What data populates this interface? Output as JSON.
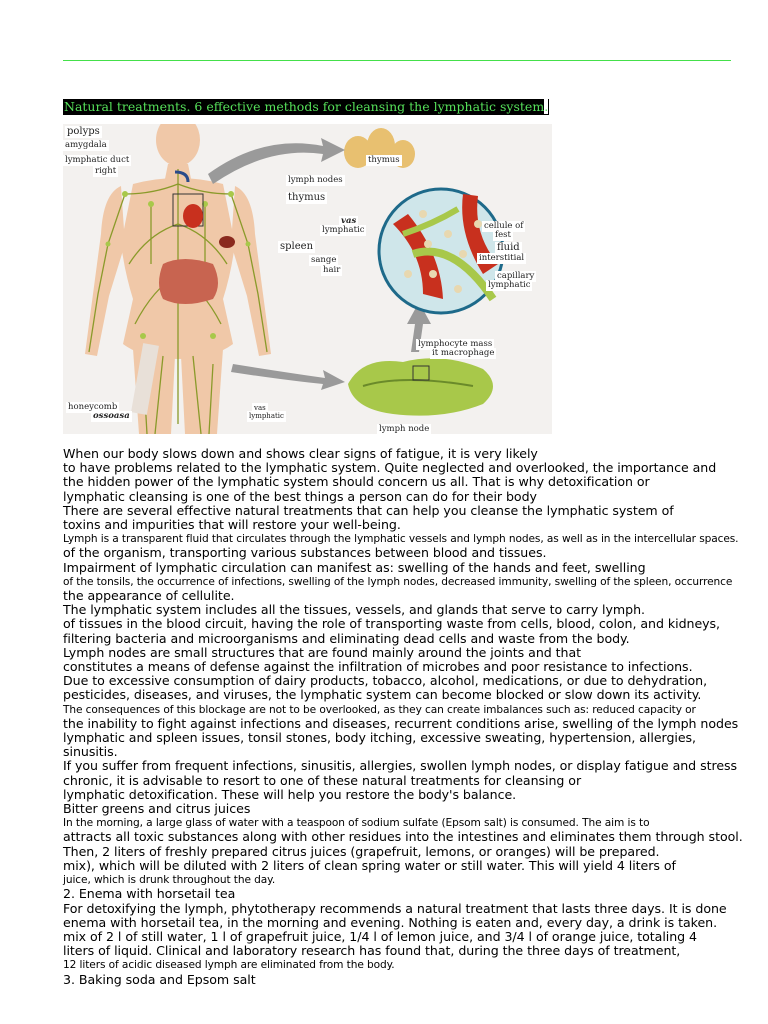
{
  "header": {
    "title": "Natural treatments. 6 effective methods for cleansing the lymphatic system",
    "title_tail": "."
  },
  "figure": {
    "labels": {
      "polyps": "polyps",
      "amygdala": "amygdala",
      "lymphatic_duct": "lymphatic duct",
      "right": "right",
      "lymph_nodes": "lymph nodes",
      "thymus_organ": "thymus",
      "thymus_detail": "thymus",
      "spleen": "spleen",
      "vas": "vas",
      "lymphatic_vas": "lymphatic",
      "cellule_of": "cellule of",
      "fest": "fest",
      "fluid": "fluid",
      "interstitial": "interstitial",
      "sange": "sange",
      "hair": "hair",
      "capillary": "capillary",
      "lymphatic_cap": "lymphatic",
      "lymphocyte_mass": "lymphocyte mass",
      "it_macrophage": "it macrophage",
      "honeycomb": "honeycomb",
      "ossoasa": "ossoasa",
      "vas_small": "vas",
      "lymphatic_small": "lymphatic",
      "lymph_node": "lymph node"
    },
    "colors": {
      "vessels": "#8a9a2a",
      "skin": "#f0c8a8",
      "node_green": "#a8c84a",
      "blood_red": "#c8301e",
      "arrow": "#9a9a9a"
    }
  },
  "lines": [
    {
      "t": "When our body slows down and shows clear signs of fatigue, it is very likely",
      "s": 0
    },
    {
      "t": "to have problems related to the lymphatic system. Quite neglected and overlooked, the importance and",
      "s": 0
    },
    {
      "t": "the hidden power of the lymphatic system should concern us all. That is why detoxification or",
      "s": 0
    },
    {
      "t": "lymphatic cleansing is one of the best things a person can do for their body",
      "s": 0
    },
    {
      "t": "There are several effective natural treatments that can help you cleanse the lymphatic system of",
      "s": 0
    },
    {
      "t": "toxins and impurities that will restore your well-being.",
      "s": 0
    },
    {
      "t": "Lymph is a transparent fluid that circulates through the lymphatic vessels and lymph nodes, as well as in the intercellular spaces.",
      "s": 1
    },
    {
      "t": "of the organism, transporting various substances between blood and tissues.",
      "s": 0
    },
    {
      "t": "Impairment of lymphatic circulation can manifest as: swelling of the hands and feet, swelling",
      "s": 0
    },
    {
      "t": "of the tonsils, the occurrence of infections, swelling of the lymph nodes, decreased immunity, swelling of the spleen, occurrence",
      "s": 1
    },
    {
      "t": "the appearance of cellulite.",
      "s": 0
    },
    {
      "t": "The lymphatic system includes all the tissues, vessels, and glands that serve to carry lymph.",
      "s": 0
    },
    {
      "t": "of tissues in the blood circuit, having the role of transporting waste from cells, blood, colon, and kidneys,",
      "s": 0
    },
    {
      "t": "filtering bacteria and microorganisms and eliminating dead cells and waste from the body.",
      "s": 0
    },
    {
      "t": "Lymph nodes are small structures that are found mainly around the joints and that",
      "s": 0
    },
    {
      "t": "constitutes a means of defense against the infiltration of microbes and poor resistance to infections.",
      "s": 0
    },
    {
      "t": "Due to excessive consumption of dairy products, tobacco, alcohol, medications, or due to dehydration,",
      "s": 0
    },
    {
      "t": "pesticides, diseases, and viruses, the lymphatic system can become blocked or slow down its activity.",
      "s": 0
    },
    {
      "t": "The consequences of this blockage are not to be overlooked, as they can create imbalances such as: reduced capacity or",
      "s": 1
    },
    {
      "t": "the inability to fight against infections and diseases, recurrent conditions arise, swelling of the lymph nodes",
      "s": 0
    },
    {
      "t": "lymphatic and spleen issues, tonsil stones, body itching, excessive sweating, hypertension, allergies,",
      "s": 0
    },
    {
      "t": "sinusitis.",
      "s": 0
    },
    {
      "t": "If you suffer from frequent infections, sinusitis, allergies, swollen lymph nodes, or display fatigue and stress",
      "s": 0
    },
    {
      "t": "chronic, it is advisable to resort to one of these natural treatments for cleansing or",
      "s": 0
    },
    {
      "t": "lymphatic detoxification. These will help you restore the body's balance.",
      "s": 0
    },
    {
      "t": "Bitter greens and citrus juices",
      "s": 0
    },
    {
      "t": "In the morning, a large glass of water with a teaspoon of sodium sulfate (Epsom salt) is consumed. The aim is to",
      "s": 1
    },
    {
      "t": "attracts all toxic substances along with other residues into the intestines and eliminates them through stool.",
      "s": 0
    },
    {
      "t": "Then, 2 liters of freshly prepared citrus juices (grapefruit, lemons, or oranges) will be prepared.",
      "s": 0
    },
    {
      "t": "mix), which will be diluted with 2 liters of clean spring water or still water. This will yield 4 liters of",
      "s": 0
    },
    {
      "t": "juice, which is drunk throughout the day.",
      "s": 1
    },
    {
      "t": "2. Enema with horsetail tea",
      "s": 0
    },
    {
      "t": "For detoxifying the lymph, phytotherapy recommends a natural treatment that lasts three days. It is done",
      "s": 0
    },
    {
      "t": "enema with horsetail tea, in the morning and evening. Nothing is eaten and, every day, a drink is taken.",
      "s": 0
    },
    {
      "t": "mix of 2 l of still water, 1 l of grapefruit juice, 1/4 l of lemon juice, and 3/4 l of orange juice, totaling 4",
      "s": 0
    },
    {
      "t": "liters of liquid. Clinical and laboratory research has found that, during the three days of treatment,",
      "s": 0
    },
    {
      "t": "12 liters of acidic diseased lymph are eliminated from the body.",
      "s": 1
    },
    {
      "t": "3. Baking soda and Epsom salt",
      "s": 0
    }
  ]
}
